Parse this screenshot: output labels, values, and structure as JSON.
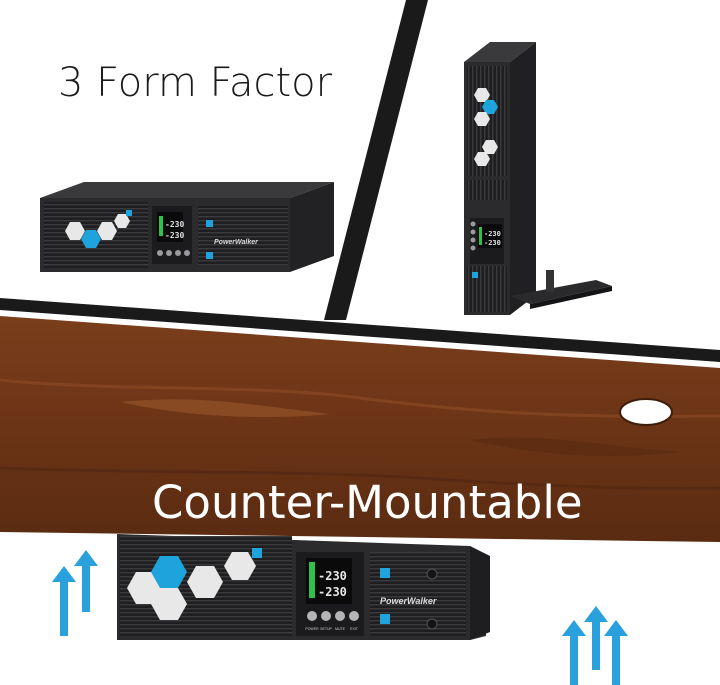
{
  "headline": "3 Form Factor",
  "caption": "Counter-Mountable",
  "brand": "PowerWalker",
  "display": {
    "line1": "-230",
    "line2": "-230"
  },
  "button_labels": [
    "POWER",
    "SETUP",
    "MUTE",
    "EXIT"
  ],
  "colors": {
    "accent_blue": "#1fa3dc",
    "wood": "#6b3416",
    "wood_dark": "#4a230e",
    "unit_body": "#2b2b2d",
    "divider": "#1a1a1a"
  },
  "icons": [
    "up-arrow-icon",
    "hexagon-icon",
    "lcd-display",
    "mount-bracket"
  ]
}
